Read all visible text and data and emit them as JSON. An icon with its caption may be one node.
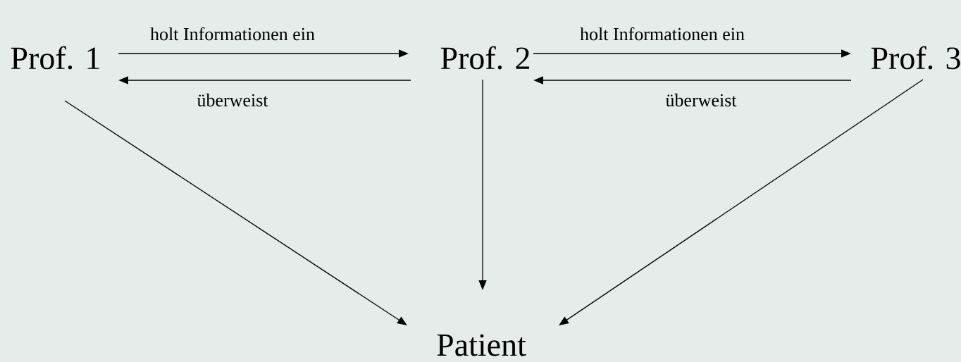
{
  "diagram": {
    "nodes": [
      {
        "text": [
          "Prof. 1"
        ]
      },
      {
        "text": [
          "Prof. 2"
        ]
      },
      {
        "text": [
          "Prof. 3"
        ]
      },
      {
        "text": [
          "Patient"
        ]
      }
    ],
    "edges": [
      {
        "from": 0,
        "to": 1,
        "arrow": "to",
        "label": "holt Informationen ein"
      },
      {
        "from": 1,
        "to": 0,
        "arrow": "to",
        "label": "überweist"
      },
      {
        "from": 1,
        "to": 2,
        "arrow": "to",
        "label": "holt Informationen ein"
      },
      {
        "from": 2,
        "to": 1,
        "arrow": "to",
        "label": "überweist"
      },
      {
        "from": 0,
        "to": 3,
        "arrow": "to"
      },
      {
        "from": 1,
        "to": 3,
        "arrow": "to"
      },
      {
        "from": 2,
        "to": 3,
        "arrow": "to"
      }
    ]
  }
}
